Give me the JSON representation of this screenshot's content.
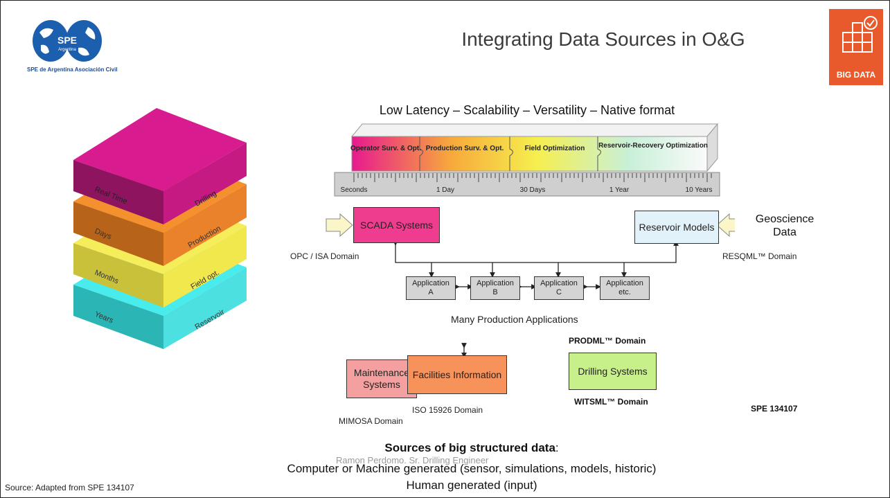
{
  "header": {
    "title": "Integrating Data Sources in O&G",
    "subtitle": "Low Latency – Scalability – Versatility – Native format",
    "badge_label": "BIG DATA",
    "logo_text": "SPE",
    "logo_subtext": "Argentina",
    "logo_caption": "SPE de Argentina Asociación Civil"
  },
  "stack_layers": [
    {
      "left": "Real Time",
      "right": "Drilling",
      "color": "#d81b8f"
    },
    {
      "left": "Days",
      "right": "Production",
      "color": "#f5902f"
    },
    {
      "left": "Months",
      "right": "Field opt.",
      "color": "#f5ee5a"
    },
    {
      "left": "Years",
      "right": "Reservoir",
      "color": "#49ecec"
    }
  ],
  "timeline": {
    "processes": [
      "Operator Surv. & Opt.",
      "Production Surv. & Opt.",
      "Field Optimization",
      "Reservoir-Recovery Optimization"
    ],
    "ticks": [
      "Seconds",
      "1 Day",
      "30 Days",
      "1 Year",
      "10 Years"
    ]
  },
  "diagram": {
    "scada": "SCADA Systems",
    "opc": "OPC / ISA Domain",
    "reservoir_models": "Reservoir Models",
    "geoscience": "Geoscience Data",
    "resqml": "RESQML™ Domain",
    "apps": [
      {
        "line1": "Application",
        "line2": "A"
      },
      {
        "line1": "Application",
        "line2": "B"
      },
      {
        "line1": "Application",
        "line2": "C"
      },
      {
        "line1": "Application",
        "line2": "etc."
      }
    ],
    "many_apps": "Many Production Applications",
    "prodml": "PRODML™ Domain",
    "drilling": "Drilling Systems",
    "witsml": "WITSML™ Domain",
    "spe_ref": "SPE 134107",
    "maintenance": "Maintenance Systems",
    "facilities": "Facilities Information",
    "iso": "ISO 15926 Domain",
    "mimosa": "MIMOSA Domain"
  },
  "footer": {
    "heading_bold": "Sources of big structured data",
    "heading_colon": ":",
    "line1": "Computer or Machine generated (sensor, simulations, models, historic)",
    "line2": "Human generated (input)",
    "author": "Ramon Perdomo. Sr. Drilling Engineer",
    "source": "Source: Adapted from SPE 134107"
  }
}
